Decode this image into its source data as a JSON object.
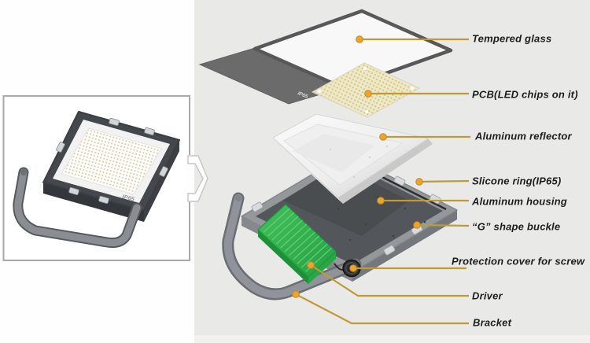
{
  "diagram": {
    "title_context": "LED flood light exploded parts diagram",
    "labels": [
      {
        "id": "tempered-glass",
        "text": "Tempered glass"
      },
      {
        "id": "pcb",
        "text": "PCB(LED chips on it)"
      },
      {
        "id": "aluminum-reflector",
        "text": "Aluminum reflector"
      },
      {
        "id": "silicone-ring",
        "text": "Slicone ring(IP65)"
      },
      {
        "id": "aluminum-housing",
        "text": "Aluminum housing"
      },
      {
        "id": "g-shape-buckle",
        "text": "“G” shape buckle"
      },
      {
        "id": "protection-cover-for-screw",
        "text": "Protection cover for screw"
      },
      {
        "id": "driver",
        "text": "Driver"
      },
      {
        "id": "bracket",
        "text": "Bracket"
      }
    ],
    "product_markings": {
      "ip65": "IP65"
    },
    "colors": {
      "panel_background": "#e9e9e8",
      "leader_line": "#c09a35",
      "leader_dot": "#eaa42f",
      "label_text": "#1d1d1d",
      "glass_frame": "#58585a",
      "pcb_board": "#ebe7d2",
      "pcb_led_dot": "#ddc84e",
      "reflector_white": "#f5f5f5",
      "housing_gray": "#94989b",
      "housing_interior": "#53565a",
      "driver_green": "#2fb14a",
      "knob_black": "#222222",
      "bracket_gray": "#90949a"
    }
  }
}
